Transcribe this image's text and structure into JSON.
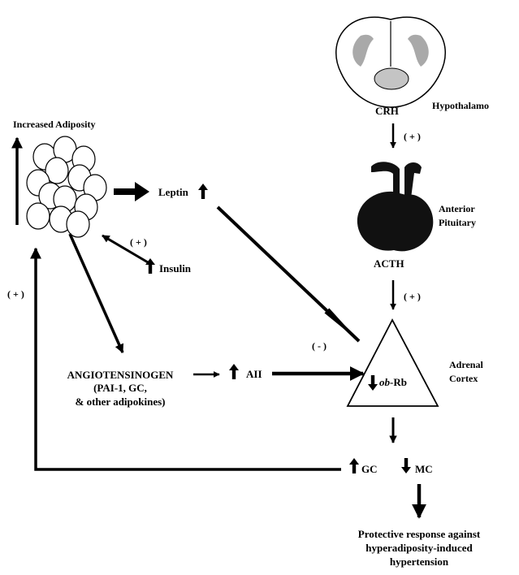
{
  "labels": {
    "hypothalamo": "Hypothalamo",
    "crh": "CRH",
    "plus1": "( + )",
    "anterior": "Anterior",
    "pituitary": "Pituitary",
    "acth": "ACTH",
    "plus2": "( + )",
    "adrenal": "Adrenal",
    "cortex": "Cortex",
    "minus": "( - )",
    "ob": "ob",
    "rb": "-Rb",
    "increased_adiposity": "Increased Adiposity",
    "leptin": "Leptin",
    "plus3": "( + )",
    "insulin": "Insulin",
    "plus4": "( + )",
    "angiotensinogen": "ANGIOTENSINOGEN",
    "pai": "(PAI-1, GC,",
    "adipokines": "& other adipokines)",
    "aii": "AII",
    "gc": "GC",
    "mc": "MC",
    "protective1": "Protective response against",
    "protective2": "hyperadiposity-induced",
    "protective3": "hypertension"
  },
  "colors": {
    "ink": "#000000",
    "fat_cell": "#ffffff",
    "hypothalamus_gray": "#a9a9a9",
    "pituitary_fill": "#111111"
  }
}
